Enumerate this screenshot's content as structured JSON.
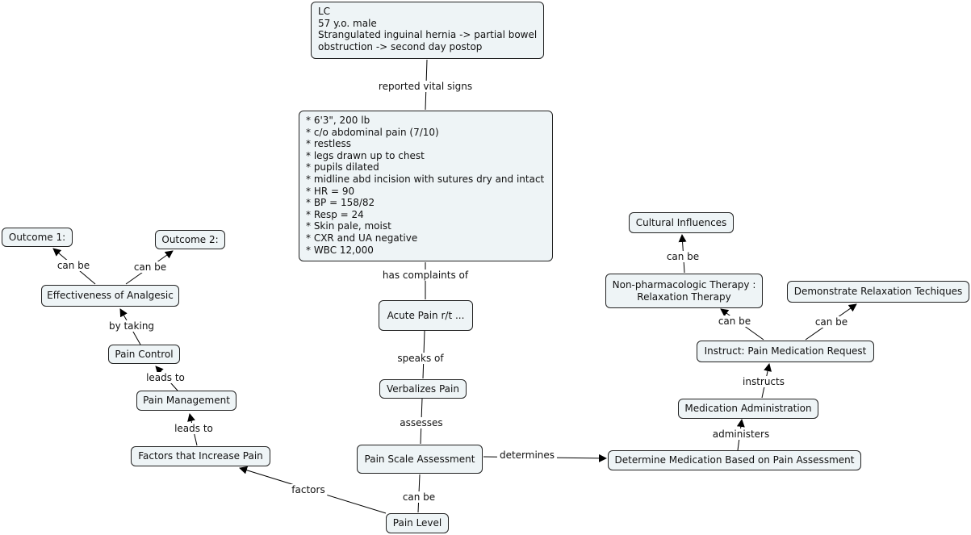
{
  "nodes": {
    "patient": [
      "LC",
      "57 y.o. male",
      "Strangulated inguinal hernia -> partial bowel",
      "obstruction -> second day postop"
    ],
    "vitals": [
      "* 6'3\", 200 lb",
      "* c/o abdominal pain (7/10)",
      "* restless",
      "* legs drawn up to chest",
      "* pupils dilated",
      "* midline abd incision with sutures dry and intact",
      "* HR = 90",
      "* BP = 158/82",
      "* Resp = 24",
      "* Skin pale, moist",
      "* CXR and UA negative",
      "* WBC 12,000"
    ],
    "acute_pain": "Acute Pain r/t ...",
    "verbalizes_pain": "Verbalizes Pain",
    "pain_scale": "Pain Scale Assessment",
    "pain_level": "Pain Level",
    "factors_increase": "Factors that Increase Pain",
    "pain_management": "Pain Management",
    "pain_control": "Pain Control",
    "effectiveness": "Effectiveness of Analgesic",
    "outcome1": "Outcome 1:",
    "outcome2": "Outcome 2:",
    "determine_med": "Determine Medication Based on Pain Assessment",
    "med_admin": "Medication Administration",
    "instruct": "Instruct: Pain Medication Request",
    "nonpharm": [
      "Non-pharmacologic Therapy :",
      "Relaxation Therapy"
    ],
    "demonstrate": "Demonstrate Relaxation Techiques",
    "cultural": "Cultural Influences"
  },
  "links": {
    "reported_vital_signs": "reported vital signs",
    "has_complaints_of": "has complaints of",
    "speaks_of": "speaks of",
    "assesses": "assesses",
    "can_be_level": "can be",
    "factors": "factors",
    "leads_to_1": "leads to",
    "leads_to_2": "leads to",
    "by_taking": "by taking",
    "can_be_o1": "can be",
    "can_be_o2": "can be",
    "determines": "determines",
    "administers": "administers",
    "instructs": "instructs",
    "can_be_nonpharm": "can be",
    "can_be_demo": "can be",
    "can_be_cultural": "can be"
  },
  "colors": {
    "node_fill": "#eef4f6",
    "node_border": "#222222",
    "line": "#000000"
  }
}
